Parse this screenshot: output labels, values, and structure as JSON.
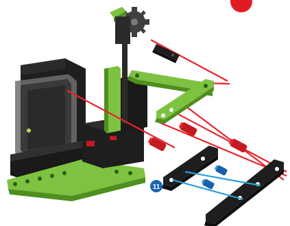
{
  "diagram": {
    "step_number": "11",
    "colors": {
      "background": "#ffffff",
      "frame_black": "#1e1e1e",
      "frame_shadow": "#0f0f0f",
      "beam_green": "#7ec242",
      "beam_green_dark": "#4f8f1f",
      "axle_red": "#e8232b",
      "peg_blue": "#2a9fd6",
      "peg_red": "#c41a22",
      "connector_blue": "#1a5fa8",
      "badge_blue": "#1a66b3",
      "corner_badge_red": "#e11b22",
      "panel_gray": "#8a8a8a"
    },
    "parts": [
      "gear-icon",
      "black-axle-connector",
      "green-beam-upper",
      "green-beam-diagonal",
      "green-beam-base",
      "red-connector-pegs",
      "blue-connector-pegs",
      "black-beam-left",
      "black-beam-right",
      "battery-box"
    ]
  }
}
